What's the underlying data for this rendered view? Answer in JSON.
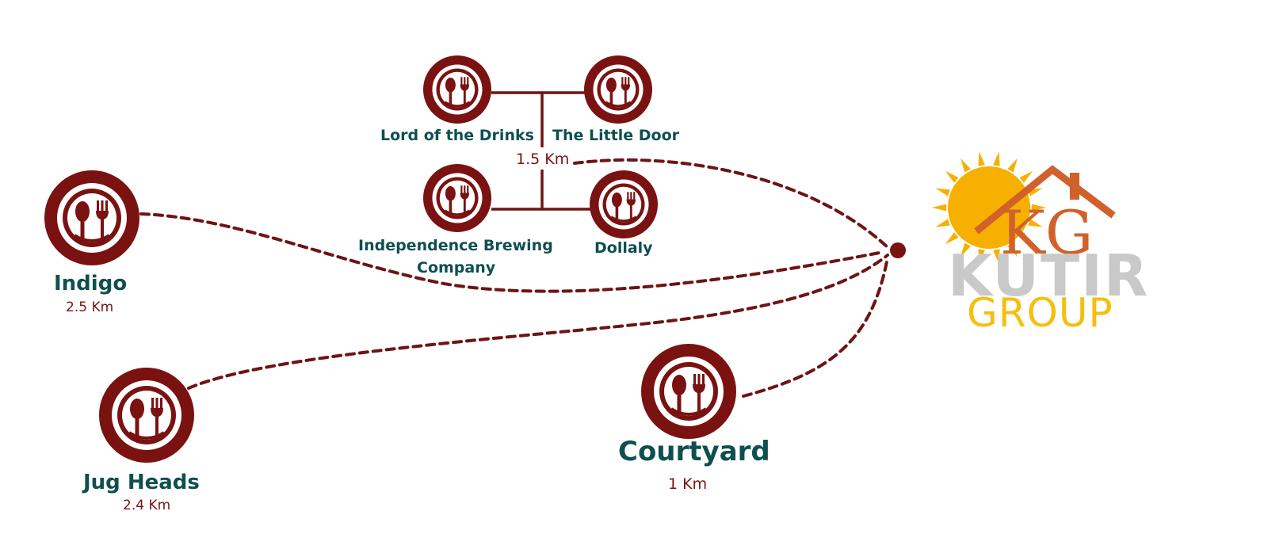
{
  "colors": {
    "marker": "#7a1212",
    "route": "#6e1414",
    "label": "#0f4f50",
    "logo_orange": "#d0612b",
    "logo_sun": "#f7b000",
    "logo_gray": "#c9c9c9",
    "logo_yellow": "#f5be10"
  },
  "icon": "restaurant-fork-spoon-icon",
  "places": [
    {
      "id": "indigo",
      "name": "Indigo",
      "distance": "2.5 Km"
    },
    {
      "id": "jug-heads",
      "name": "Jug Heads",
      "distance": "2.4 Km"
    },
    {
      "id": "courtyard",
      "name": "Courtyard",
      "distance": "1 Km"
    },
    {
      "id": "lord-of-the-drinks",
      "name": "Lord of the Drinks"
    },
    {
      "id": "the-little-door",
      "name": "The Little Door"
    },
    {
      "id": "independence-brewing",
      "name_line1": "Independence Brewing",
      "name_line2": "Company"
    },
    {
      "id": "dollaly",
      "name": "Dollaly"
    }
  ],
  "cluster_distance": "1.5 Km",
  "logo": {
    "monogram": "KG",
    "line1": "KUTIR",
    "line2": "GROUP"
  }
}
